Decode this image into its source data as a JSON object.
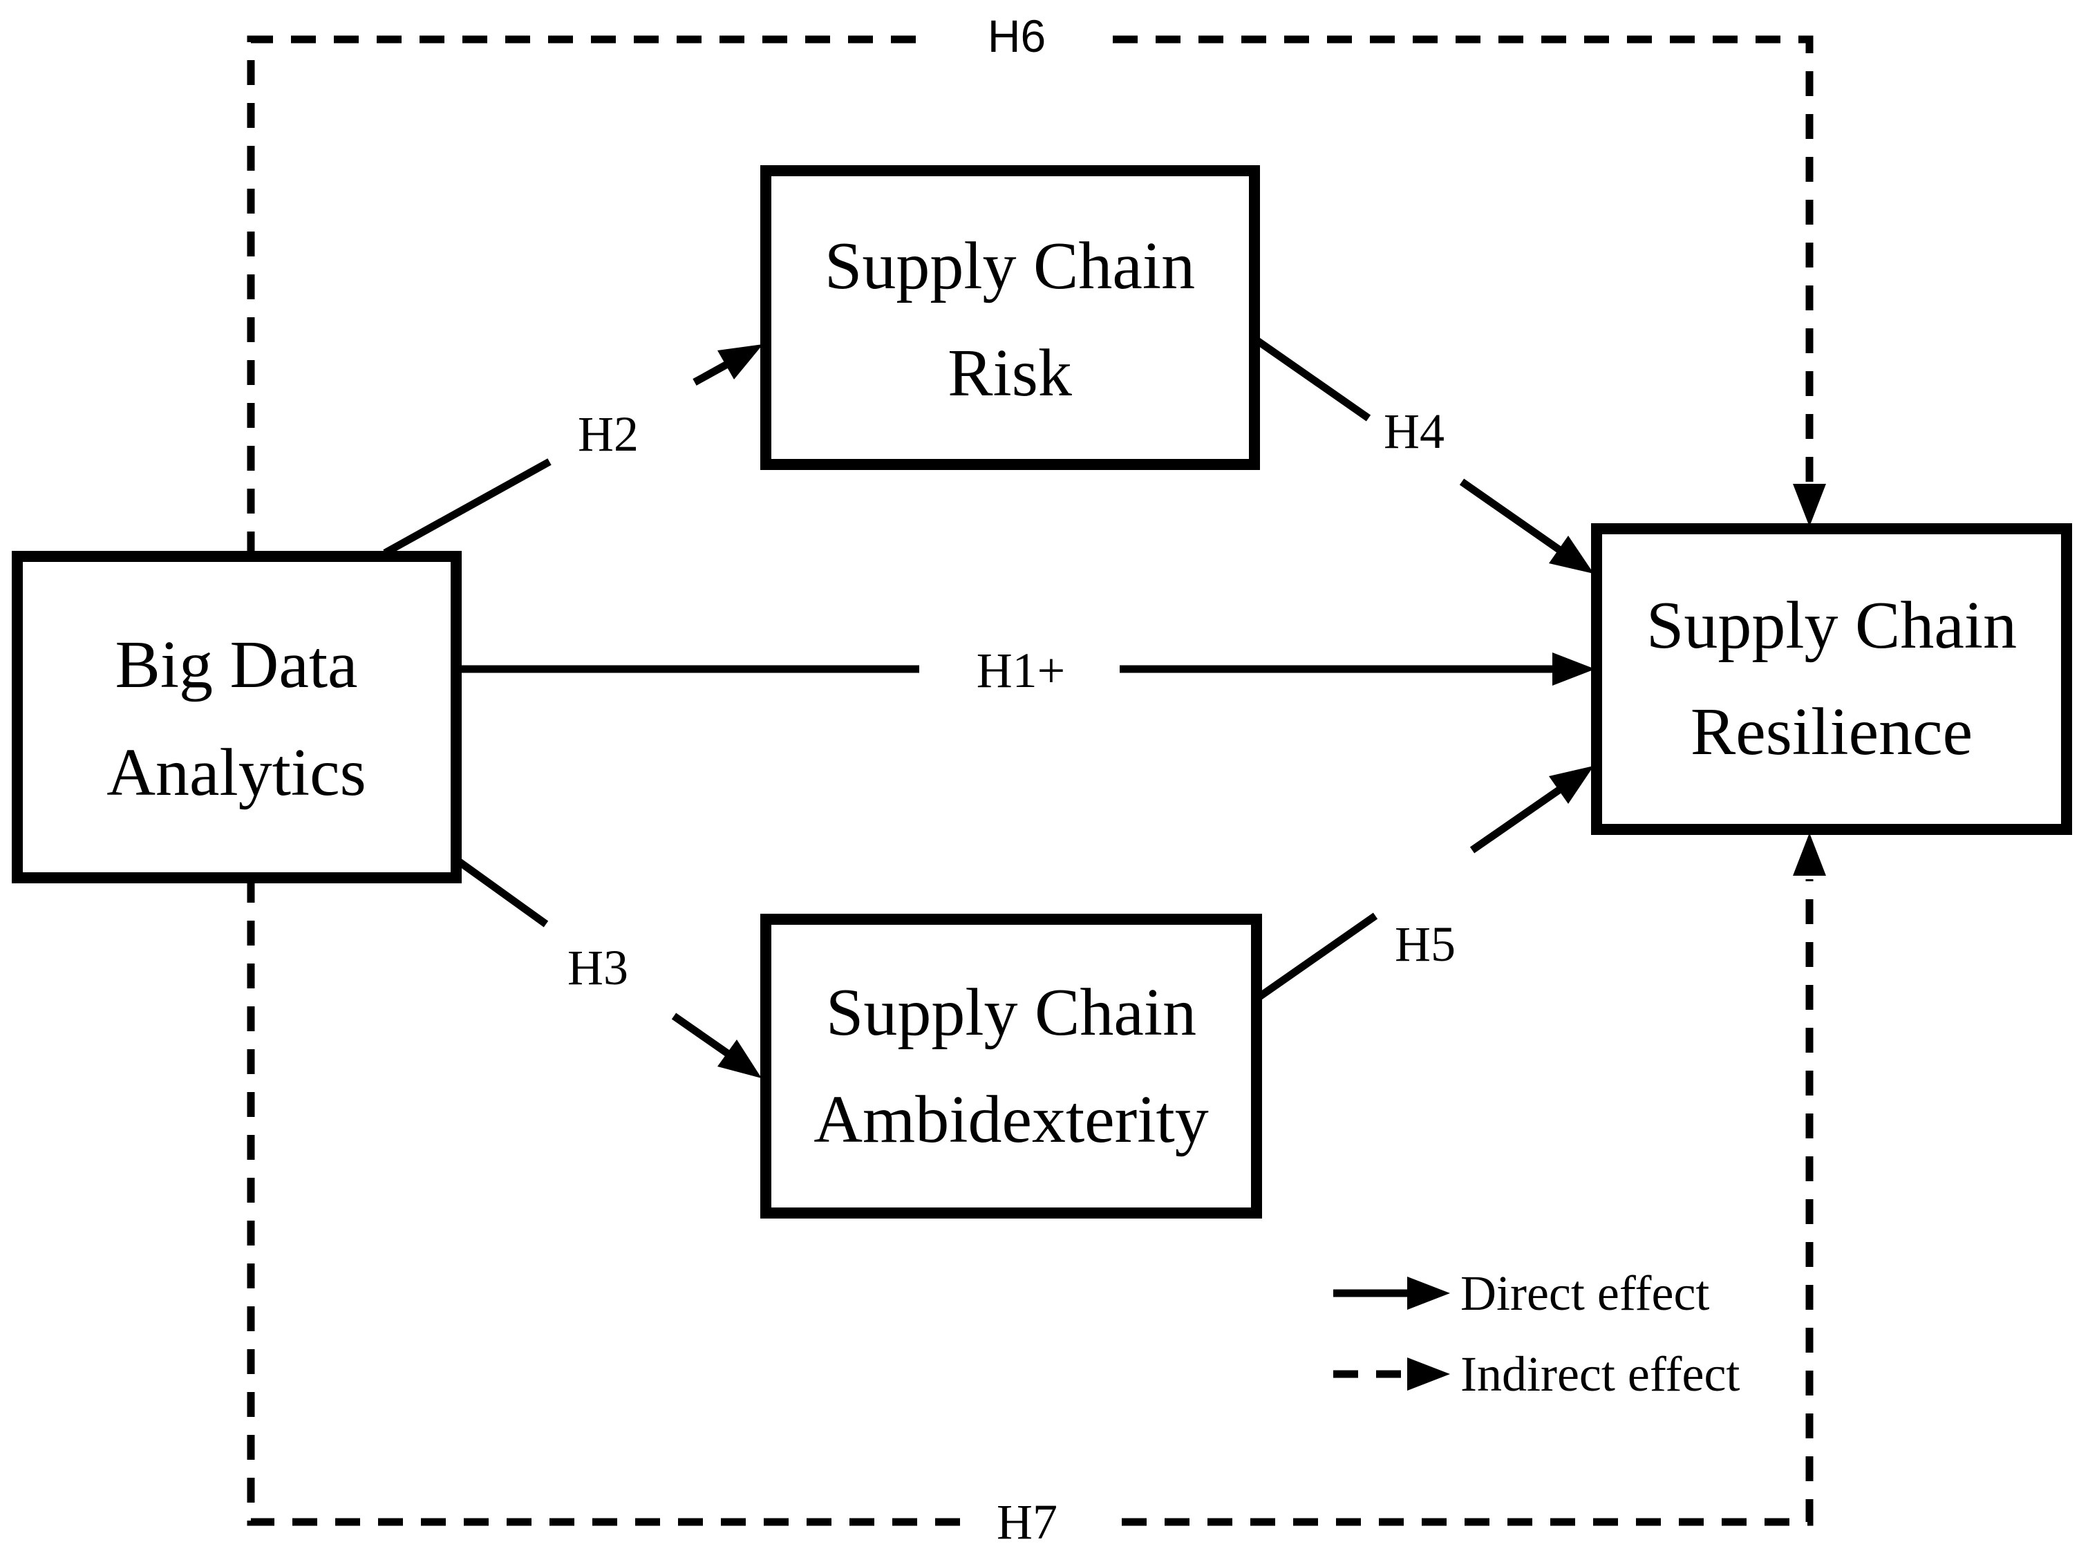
{
  "diagram": {
    "nodes": [
      {
        "id": "big-data-analytics",
        "line1": "Big Data",
        "line2": "Analytics"
      },
      {
        "id": "supply-chain-risk",
        "line1": "Supply Chain",
        "line2": "Risk"
      },
      {
        "id": "supply-chain-ambidexterity",
        "line1": "Supply Chain",
        "line2": "Ambidexterity"
      },
      {
        "id": "supply-chain-resilience",
        "line1": "Supply Chain",
        "line2": "Resilience"
      }
    ],
    "hypotheses": {
      "h1": "H1+",
      "h2": "H2",
      "h3": "H3",
      "h4": "H4",
      "h5": "H5",
      "h6": "H6",
      "h7": "H7"
    },
    "legend": {
      "direct": "Direct effect",
      "indirect": "Indirect effect"
    },
    "colors": {
      "line": "#000000",
      "background": "#ffffff"
    }
  }
}
